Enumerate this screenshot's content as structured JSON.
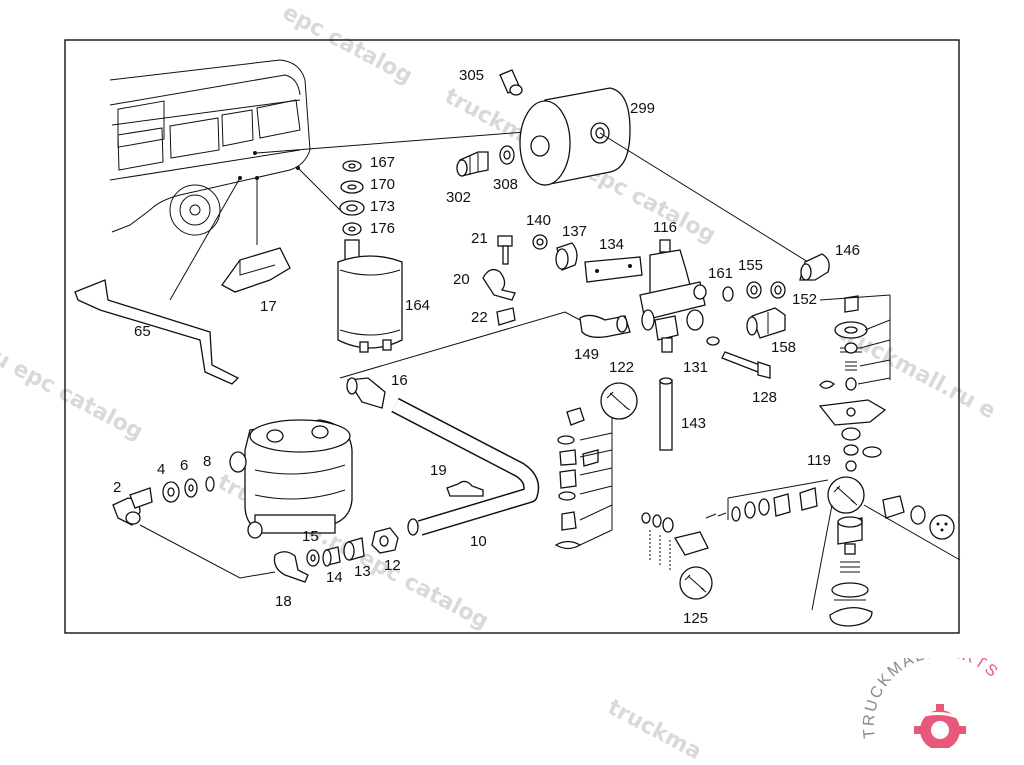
{
  "watermarks": [
    "epc catalog",
    "truckmall.ru epc catalog",
    "u epc catalog",
    "truckmall.ru e",
    "truckmall.ru epc catalog",
    "truckma"
  ],
  "parts": [
    {
      "id": "305"
    },
    {
      "id": "299"
    },
    {
      "id": "167"
    },
    {
      "id": "170"
    },
    {
      "id": "173"
    },
    {
      "id": "176"
    },
    {
      "id": "302"
    },
    {
      "id": "308"
    },
    {
      "id": "140"
    },
    {
      "id": "137"
    },
    {
      "id": "116"
    },
    {
      "id": "146"
    },
    {
      "id": "21"
    },
    {
      "id": "134"
    },
    {
      "id": "161"
    },
    {
      "id": "155"
    },
    {
      "id": "152"
    },
    {
      "id": "20"
    },
    {
      "id": "22"
    },
    {
      "id": "164"
    },
    {
      "id": "17"
    },
    {
      "id": "65"
    },
    {
      "id": "158"
    },
    {
      "id": "149"
    },
    {
      "id": "122"
    },
    {
      "id": "131"
    },
    {
      "id": "16"
    },
    {
      "id": "128"
    },
    {
      "id": "143"
    },
    {
      "id": "119"
    },
    {
      "id": "4"
    },
    {
      "id": "6"
    },
    {
      "id": "8"
    },
    {
      "id": "2"
    },
    {
      "id": "19"
    },
    {
      "id": "15"
    },
    {
      "id": "14"
    },
    {
      "id": "13"
    },
    {
      "id": "12"
    },
    {
      "id": "10"
    },
    {
      "id": "18"
    },
    {
      "id": "125"
    }
  ],
  "logo": {
    "brand_text": "TRUCKMALLPARTS",
    "brand_dark": "TRUCKMALL",
    "brand_accent": "PARTS",
    "accent_color": "#e8587a",
    "dark_color": "#8a8a8a"
  }
}
